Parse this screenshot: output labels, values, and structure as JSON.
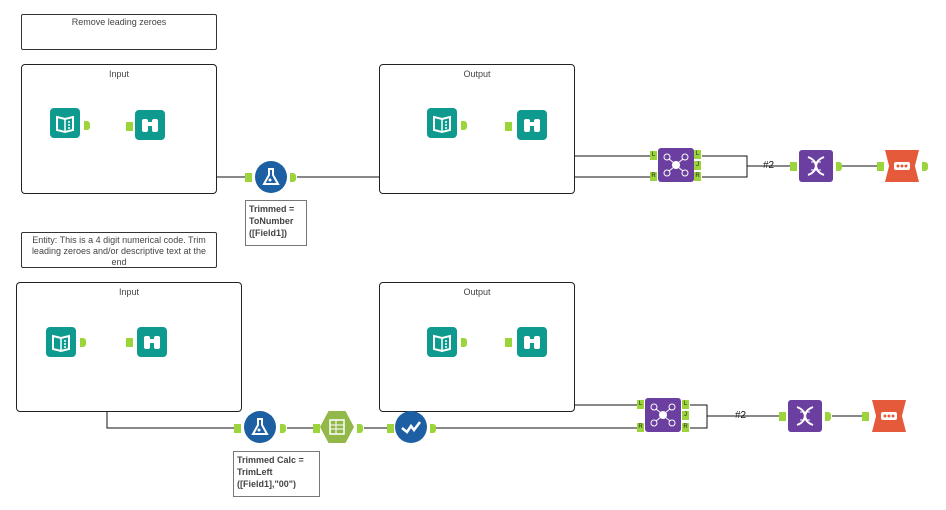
{
  "comments": {
    "top": "Remove leading zeroes",
    "entity": "Entity: This is a 4 digit numerical code. Trim leading zeroes and/or descriptive text at the end"
  },
  "containers": {
    "input_top": "Input",
    "output_top": "Output",
    "input_bottom": "Input",
    "output_bottom": "Output"
  },
  "annotations": {
    "formula_top": [
      "Trimmed =",
      "ToNumber",
      "([Field1])"
    ],
    "formula_bottom": [
      "Trimmed Calc =",
      "TrimLeft",
      "([Field1],\"00\")"
    ]
  },
  "wire_labels": {
    "top": "#2",
    "bottom": "#2"
  },
  "anchor_letters": {
    "L": "L",
    "J": "J",
    "R": "R"
  },
  "colors": {
    "teal": "#0e9a8e",
    "purple": "#6b3fa0",
    "olive": "#93b84a",
    "blue": "#1d5fa3",
    "orange": "#e45a3a",
    "anchor": "#9bd43b"
  },
  "icons": [
    "input-data-icon",
    "browse-icon",
    "formula-icon",
    "join-icon",
    "union-icon",
    "record-id-icon",
    "select-icon",
    "output-data-icon"
  ]
}
